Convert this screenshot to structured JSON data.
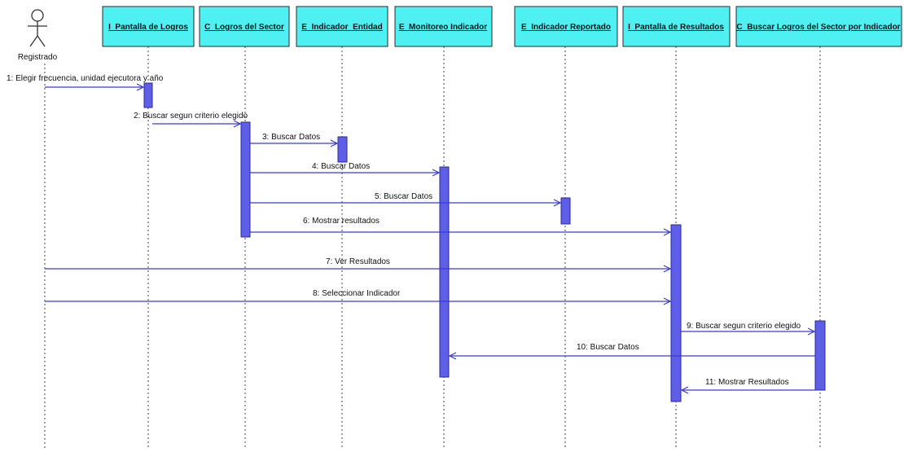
{
  "actor": {
    "name": "Registrado"
  },
  "objects": [
    {
      "id": "pantalla_logros",
      "label": "I_Pantalla de Logros"
    },
    {
      "id": "logros_sector",
      "label": "C_Logros del Sector"
    },
    {
      "id": "indicador_entidad",
      "label": "E_Indicador_Entidad"
    },
    {
      "id": "monitoreo_indicador",
      "label": "E_Monitoreo Indicador"
    },
    {
      "id": "indicador_reportado",
      "label": "E_Indicador Reportado"
    },
    {
      "id": "pantalla_resultados",
      "label": "I_Pantalla de Resultados"
    },
    {
      "id": "buscar_logros",
      "label": "C_Buscar Logros del Sector por Indicador"
    }
  ],
  "messages": [
    {
      "label": "1: Elegir frecuencia, unidad ejecutora y año",
      "from": "actor",
      "to": "pantalla_logros"
    },
    {
      "label": "2: Buscar segun criterio elegido",
      "from": "pantalla_logros",
      "to": "logros_sector"
    },
    {
      "label": "3: Buscar Datos",
      "from": "logros_sector",
      "to": "indicador_entidad"
    },
    {
      "label": "4: Buscar Datos",
      "from": "logros_sector",
      "to": "monitoreo_indicador"
    },
    {
      "label": "5: Buscar Datos",
      "from": "logros_sector",
      "to": "indicador_reportado"
    },
    {
      "label": "6: Mostrar resultados",
      "from": "logros_sector",
      "to": "pantalla_resultados"
    },
    {
      "label": "7: Ver Resultados",
      "from": "actor",
      "to": "pantalla_resultados"
    },
    {
      "label": "8: Seleccionar Indicador",
      "from": "actor",
      "to": "pantalla_resultados"
    },
    {
      "label": "9: Buscar segun criterio elegido",
      "from": "pantalla_resultados",
      "to": "buscar_logros"
    },
    {
      "label": "10: Buscar Datos",
      "from": "buscar_logros",
      "to": "monitoreo_indicador"
    },
    {
      "label": "11: Mostrar Resultados",
      "from": "buscar_logros",
      "to": "pantalla_resultados"
    }
  ]
}
